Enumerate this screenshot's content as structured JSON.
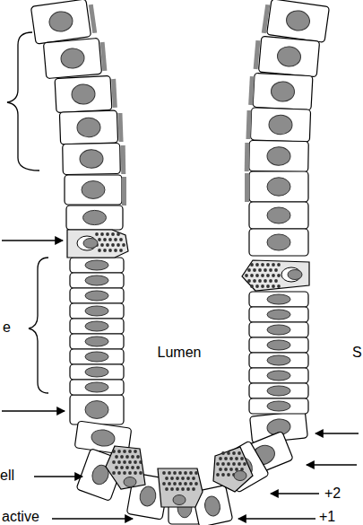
{
  "diagram": {
    "labels": [
      "Lumen",
      "S",
      "e",
      "ell",
      "active",
      "+2",
      "+1"
    ]
  }
}
